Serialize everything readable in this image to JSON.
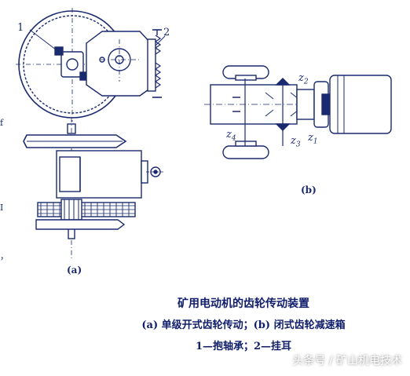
{
  "labels": {
    "part1": "1",
    "part2": "2",
    "fig_a": "(a)",
    "fig_b": "(b)",
    "z1": "z",
    "z1_sub": "1",
    "z2": "z",
    "z2_sub": "2",
    "z3": "z",
    "z3_sub": "3",
    "z4": "z",
    "z4_sub": "4"
  },
  "caption": {
    "title": "矿用电动机的齿轮传动装置",
    "subtitle": "(a) 单级开式齿轮传动；(b) 闭式齿轮减速箱",
    "legend": "1—抱轴承；2—挂耳"
  },
  "watermark": "头条号 / 矿山机电技术",
  "edge_glyphs": [
    "f",
    "I",
    "，"
  ],
  "colors": {
    "line": "#1a2a6e",
    "caption": "#0f1d6b",
    "background": "#ffffff"
  }
}
